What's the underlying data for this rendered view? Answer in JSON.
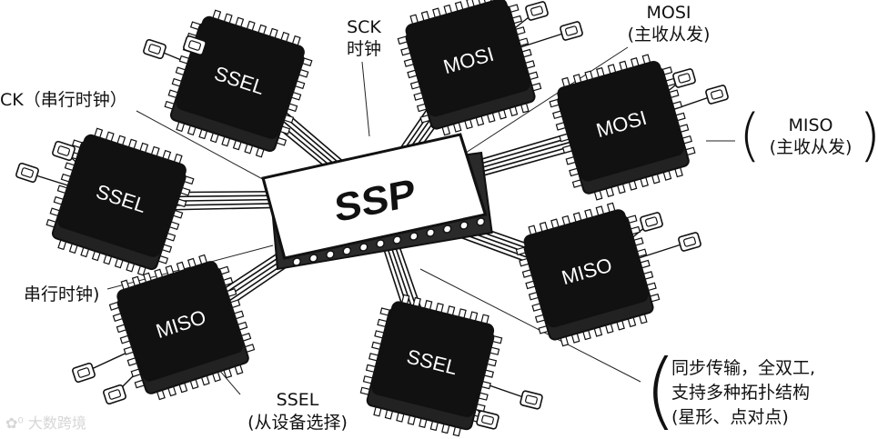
{
  "center_chip": {
    "label": "SSP"
  },
  "chips": [
    {
      "id": "sel-topleft",
      "label": "SSEL"
    },
    {
      "id": "mosi-top",
      "label": "MOSI"
    },
    {
      "id": "mosi-right",
      "label": "MOSI"
    },
    {
      "id": "sel-left",
      "label": "SSEL"
    },
    {
      "id": "miso-right",
      "label": "MISO"
    },
    {
      "id": "miso-bottomleft",
      "label": "MISO"
    },
    {
      "id": "sel-bottom",
      "label": "SSEL"
    }
  ],
  "annotations": {
    "sck_top_line1": "SCK",
    "sck_top_line2": "时钟",
    "mosi_top_line1": "MOSI",
    "mosi_top_line2": "(主收从发)",
    "sck_left": "CK（串行时钟）",
    "miso_right_line1": "MISO",
    "miso_right_line2": "(主收从发)",
    "serial_clock": "串行时钟)",
    "ssel_bottom_line1": "SSEL",
    "ssel_bottom_line2": "(从设备选择)",
    "features_line1": "同步传输，全双工,",
    "features_line2": "支持多种拓扑结构",
    "features_line3": "(星形、点对点)"
  },
  "watermark": "大数跨境"
}
